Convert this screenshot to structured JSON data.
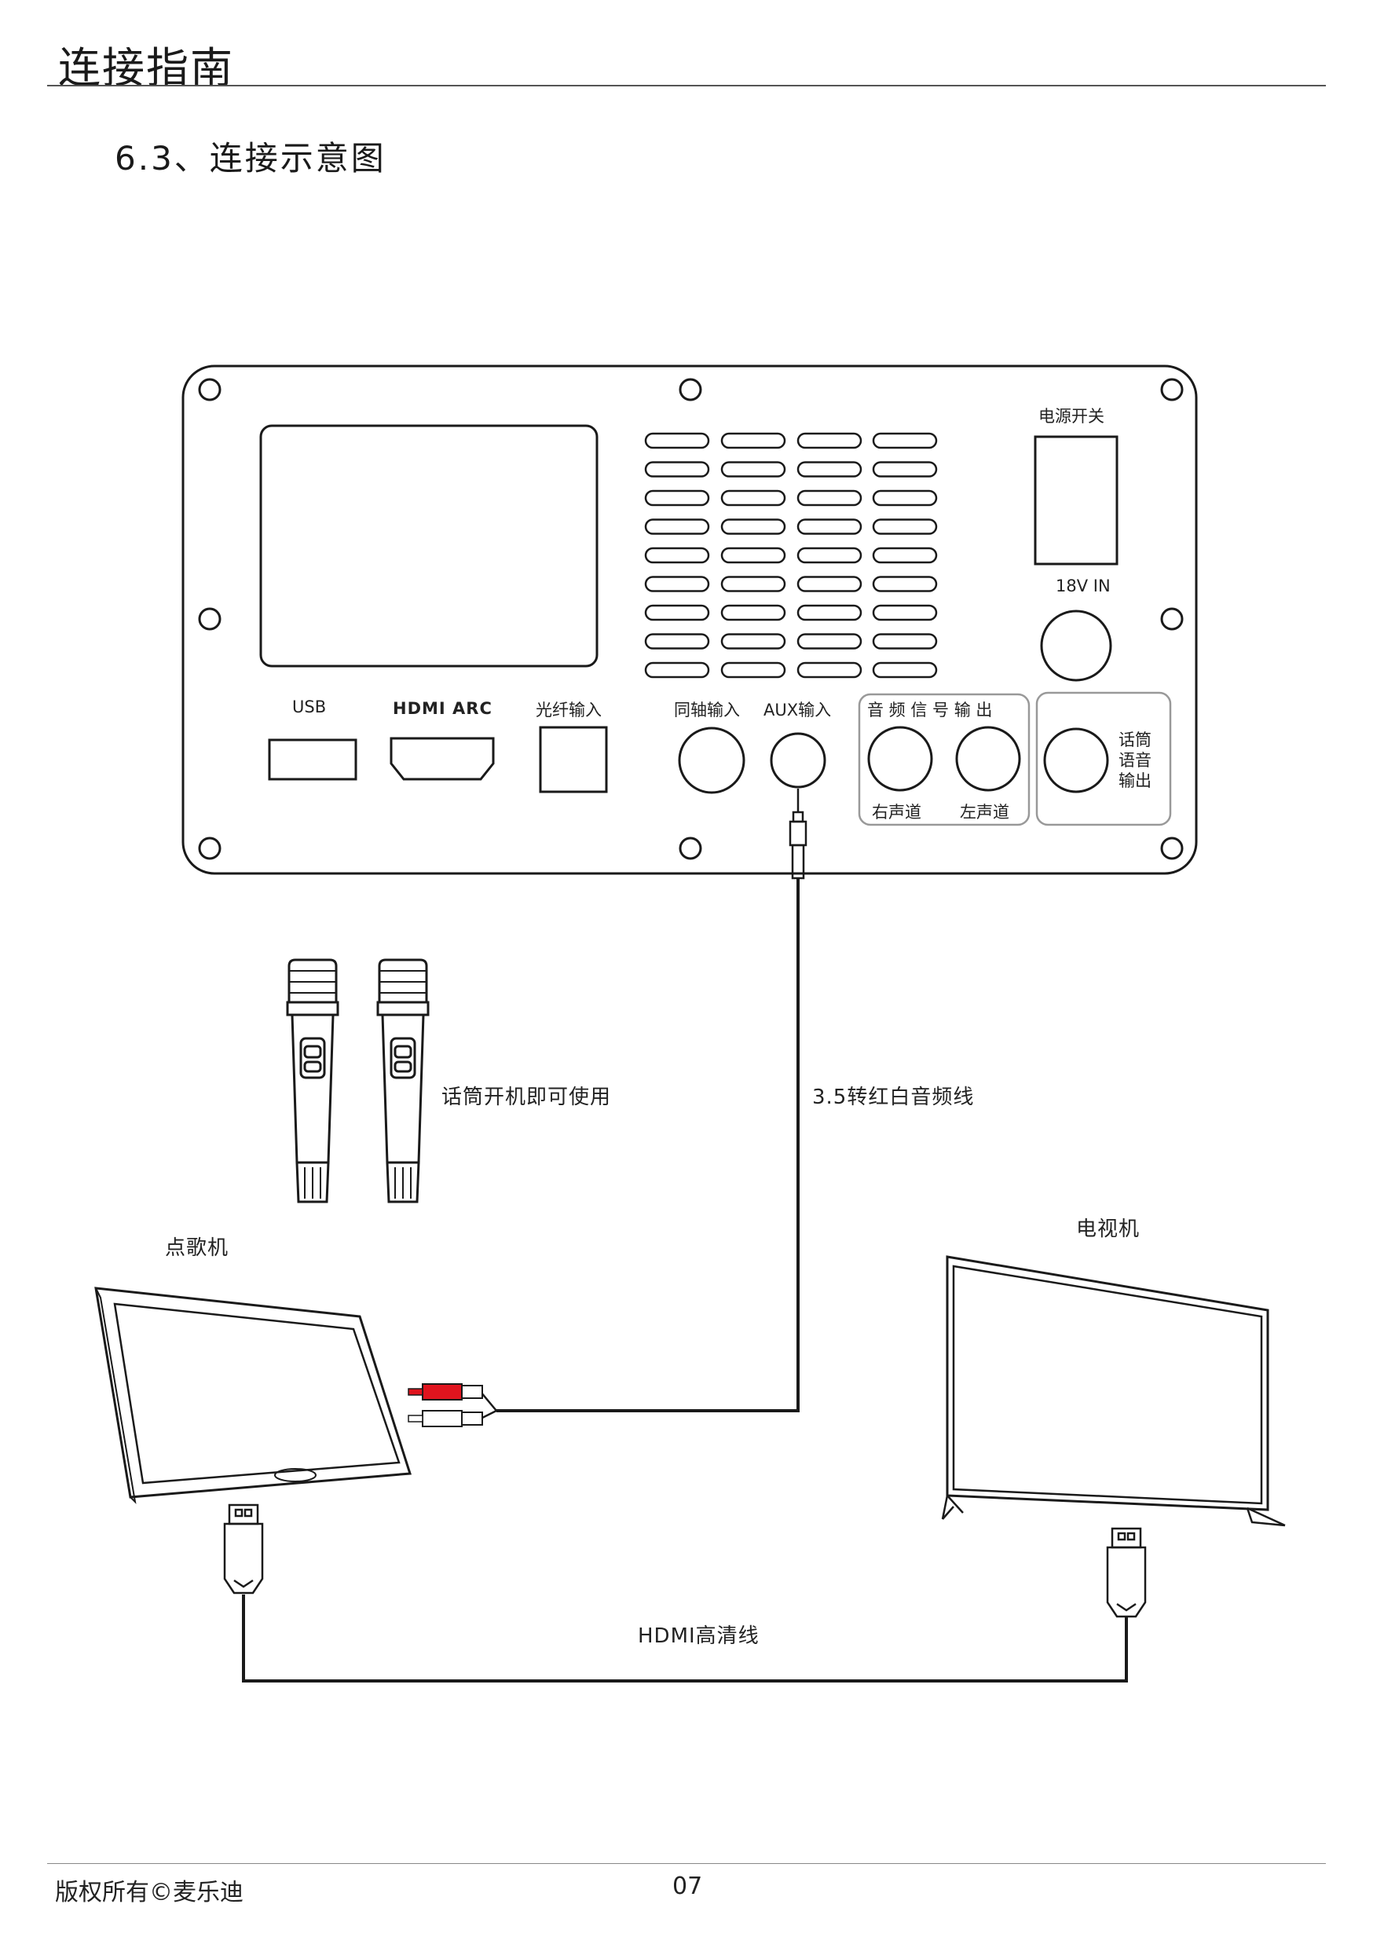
{
  "page": {
    "title": "连接指南",
    "section_title": "6.3、连接示意图",
    "footer_left": "版权所有©麦乐迪",
    "page_number": "07"
  },
  "panel": {
    "power_switch": "电源开关",
    "power_in": "18V   IN",
    "usb": "USB",
    "hdmi_arc": "HDMI ARC",
    "optical_in": "光纤输入",
    "coaxial_in": "同轴输入",
    "aux_in": "AUX输入",
    "audio_out": "音 频 信 号 输 出",
    "right_channel": "右声道",
    "left_channel": "左声道",
    "mic_out_line1": "话筒",
    "mic_out_line2": "语音",
    "mic_out_line3": "输出"
  },
  "labels": {
    "mic_note": "话筒开机即可使用",
    "rca_cable": "3.5转红白音频线",
    "jukebox": "点歌机",
    "tv": "电视机",
    "hdmi_cable": "HDMI高清线"
  },
  "colors": {
    "line": "#1a1a1a",
    "rca_red": "#e0141e",
    "panel_stroke": "#1a1a1a"
  }
}
